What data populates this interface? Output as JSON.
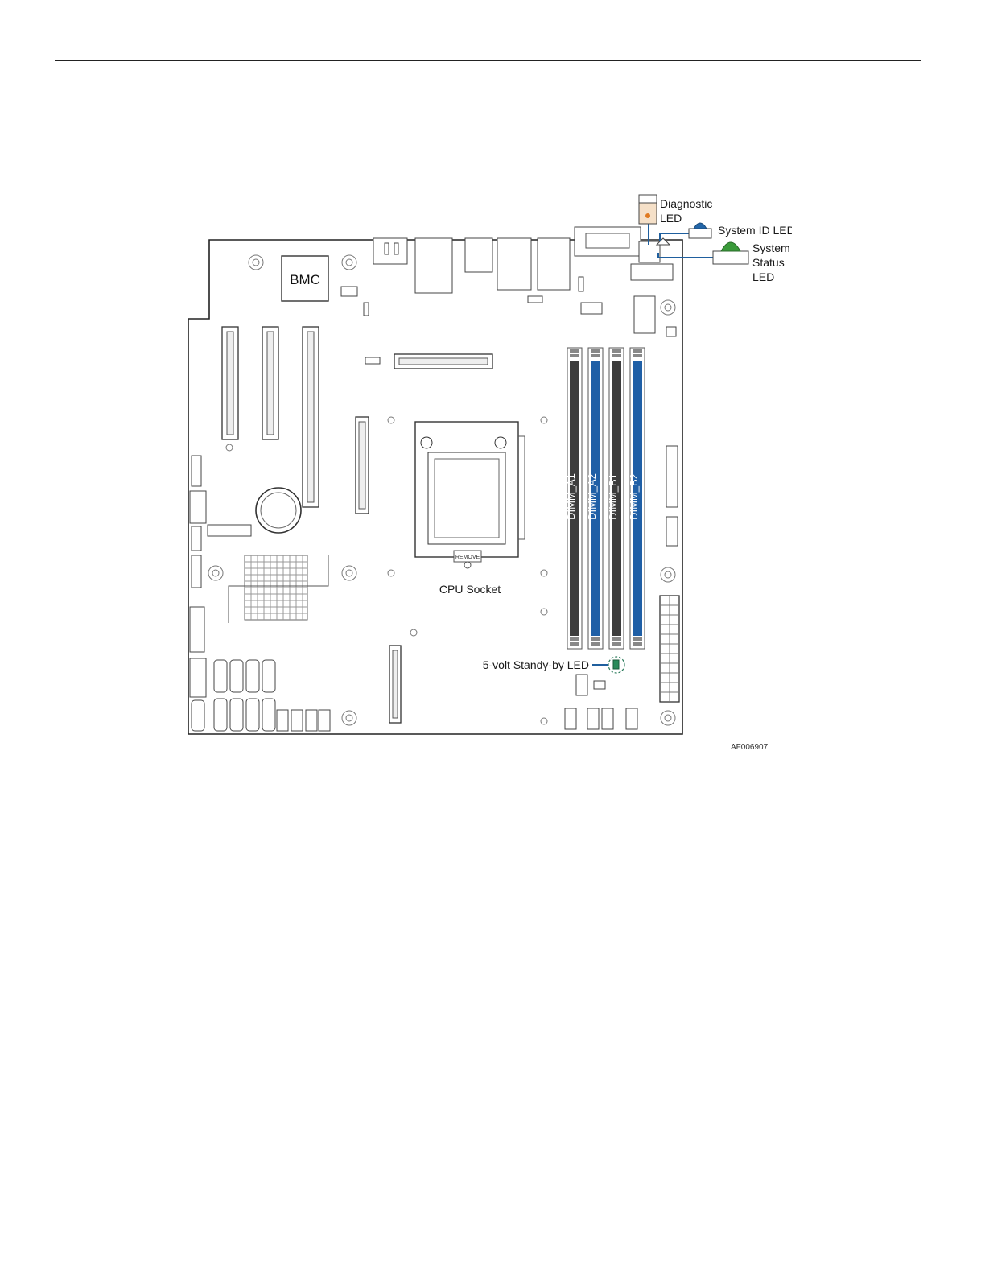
{
  "figure": {
    "labels": {
      "bmc": "BMC",
      "cpu_socket": "CPU Socket",
      "remove": "REMOVE",
      "diagnostic_led": [
        "Diagnostic",
        "LED"
      ],
      "system_id_led": "System ID LED",
      "system_status_led": [
        "System",
        "Status",
        "LED"
      ],
      "standby_led": "5-volt Standy-by LED",
      "figure_id": "AF006907"
    },
    "dimms": [
      {
        "label": "DIMM_A1",
        "color": "#3d3d3d"
      },
      {
        "label": "DIMM_A2",
        "color": "#1f5fa6"
      },
      {
        "label": "DIMM_B1",
        "color": "#3d3d3d"
      },
      {
        "label": "DIMM_B2",
        "color": "#1f5fa6"
      }
    ],
    "colors": {
      "diagnostic_led": "#f5e0c8",
      "diagnostic_dot": "#e07a20",
      "system_id_led": "#2466a8",
      "system_status_led": "#3a9a3a",
      "leader_line": "#1f5f9e",
      "standby_led": "#2a8a5a"
    }
  }
}
